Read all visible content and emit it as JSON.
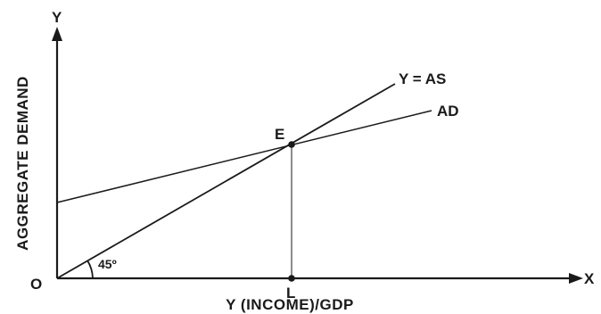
{
  "diagram": {
    "y_axis_letter": "Y",
    "x_axis_letter": "X",
    "origin_label": "O",
    "y_axis_title": "AGGREGATE DEMAND",
    "x_axis_title": "Y (INCOME)/GDP",
    "line_45_label": "Y = AS",
    "ad_label": "AD",
    "equilibrium_label": "E",
    "income_level_label": "L",
    "angle_label": "45º",
    "ink_color": "#1a1a1a"
  }
}
